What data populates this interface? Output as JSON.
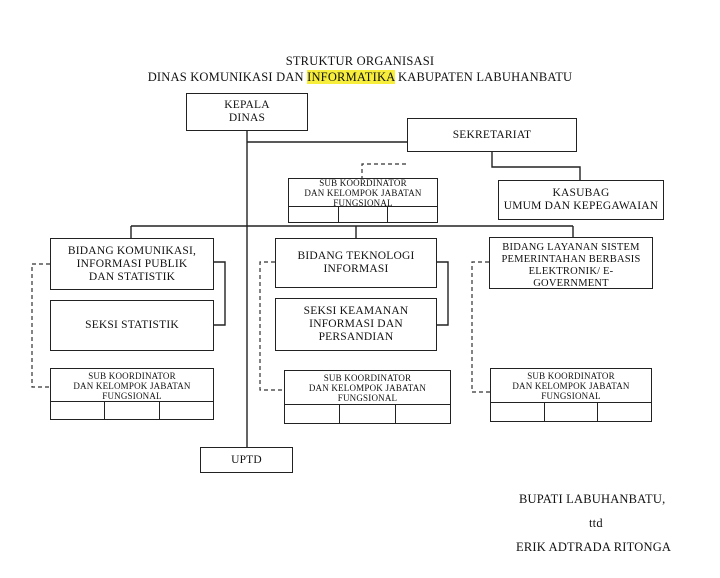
{
  "title": {
    "line1": "STRUKTUR ORGANISASI",
    "line2_pre": "DINAS KOMUNIKASI DAN ",
    "line2_highlight": "INFORMATIKA",
    "line2_post": " KABUPATEN LABUHANBATU",
    "highlight_color": "#f6ee3a"
  },
  "nodes": {
    "kepala": "KEPALA\nDINAS",
    "sekretariat": "SEKRETARIAT",
    "kasubag": "KASUBAG\nUMUM DAN KEPEGAWAIAN",
    "sub_sekretariat": "SUB KOORDINATOR\nDAN KELOMPOK JABATAN\nFUNGSIONAL",
    "bidang_kip": "BIDANG KOMUNIKASI,\nINFORMASI PUBLIK\nDAN STATISTIK",
    "seksi_statistik": "SEKSI STATISTIK",
    "sub_kip": "SUB KOORDINATOR\nDAN KELOMPOK JABATAN\nFUNGSIONAL",
    "bidang_ti": "BIDANG TEKNOLOGI\nINFORMASI",
    "seksi_keamanan": "SEKSI KEAMANAN\nINFORMASI DAN\nPERSANDIAN",
    "sub_ti": "SUB KOORDINATOR\nDAN KELOMPOK JABATAN\nFUNGSIONAL",
    "bidang_spbe": "BIDANG LAYANAN SISTEM\nPEMERINTAHAN BERBASIS\nELEKTRONIK/ E-\nGOVERNMENT",
    "sub_spbe": "SUB KOORDINATOR\nDAN KELOMPOK JABATAN\nFUNGSIONAL",
    "uptd": "UPTD"
  },
  "signature": {
    "title": "BUPATI LABUHANBATU,",
    "ttd": "ttd",
    "name": "ERIK ADTRADA RITONGA"
  }
}
